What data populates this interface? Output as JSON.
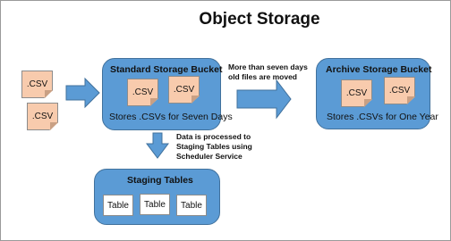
{
  "title": "Object Storage",
  "inputs": {
    "files": [
      ".CSV",
      ".CSV"
    ]
  },
  "standard": {
    "title": "Standard Storage Bucket",
    "files": [
      ".CSV",
      ".CSV"
    ],
    "caption": "Stores .CSVs for Seven Days"
  },
  "move_note": {
    "line1": "More than seven days",
    "line2": "old files are moved"
  },
  "archive": {
    "title": "Archive Storage Bucket",
    "files": [
      ".CSV",
      ".CSV"
    ],
    "caption": "Stores .CSVs for One Year"
  },
  "process_note": {
    "line1": "Data is processed to",
    "line2": "Staging Tables using",
    "line3": "Scheduler Service"
  },
  "staging": {
    "title": "Staging Tables",
    "tables": [
      "Table",
      "Table",
      "Table"
    ]
  },
  "colors": {
    "bucket_fill": "#5b9bd5",
    "arrow_fill": "#5b9bd5",
    "file_fill": "#f8cbad"
  }
}
